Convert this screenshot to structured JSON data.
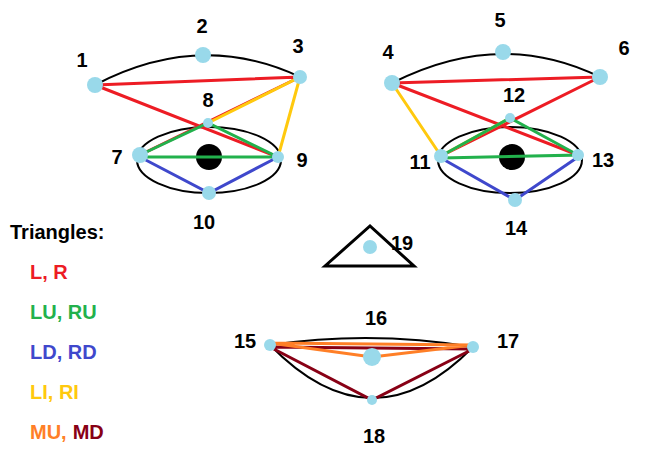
{
  "diagram": {
    "labels": [
      "1",
      "2",
      "3",
      "4",
      "5",
      "6",
      "7",
      "8",
      "9",
      "10",
      "11",
      "12",
      "13",
      "14",
      "15",
      "16",
      "17",
      "18",
      "19",
      "Triangles:"
    ],
    "legend": [
      {
        "text": "L, R",
        "color": "#ed1c24"
      },
      {
        "text": "LU, RU",
        "color": "#22b14c"
      },
      {
        "text": "LD, RD",
        "color": "#3f48cc"
      },
      {
        "text": "LI, RI",
        "color": "#ffc90e"
      },
      {
        "text": "MU,",
        "color": "#ff7f27"
      },
      {
        "text": "MD",
        "color": "#880015"
      }
    ]
  }
}
